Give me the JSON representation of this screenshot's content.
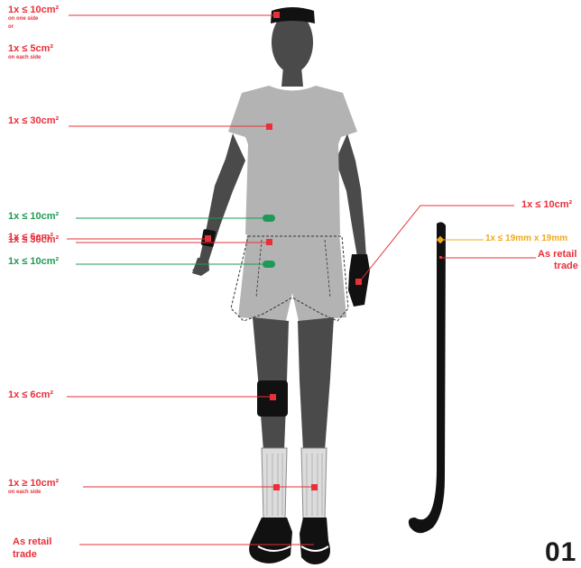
{
  "colors": {
    "red": "#e8303a",
    "green": "#1f9a55",
    "gold": "#f2a81d",
    "figure_dark": "#4a4a4a",
    "shirt": "#b3b3b3",
    "black": "#111111"
  },
  "labels": {
    "headband_1": "1x ≤ 10cm²",
    "headband_1_note": "on one side",
    "headband_or": "or",
    "headband_2": "1x ≤ 5cm²",
    "headband_2_note": "on each side",
    "shirt": "1x ≤ 30cm²",
    "shirt_waist": "1x ≤ 10cm²",
    "wristband": "1x ≤ 6cm²",
    "shorts": "1x ≤ 30cm²",
    "shorts_waist": "1x ≤ 10cm²",
    "kneepad": "1x ≤ 6cm²",
    "socks": "1x ≥ 10cm²",
    "socks_note": "on each side",
    "shoes_line1": "As retail",
    "shoes_line2": "trade",
    "glove": "1x ≤ 10cm²",
    "stick_sticker": "1x ≤ 19mm x 19mm",
    "stick_retail_1": "As retail",
    "stick_retail_2": "trade"
  },
  "page_number": "01"
}
